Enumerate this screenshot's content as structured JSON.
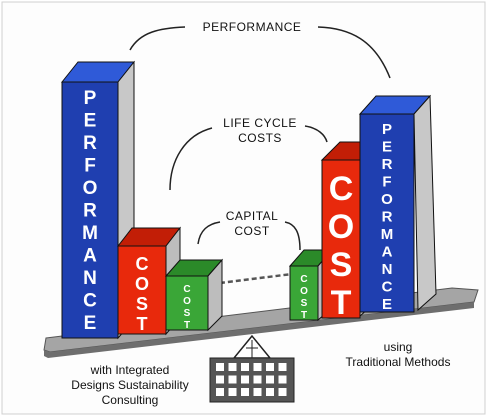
{
  "labels": {
    "performance_arc": "PERFORMANCE",
    "life_cycle_line1": "LIFE CYCLE",
    "life_cycle_line2": "COSTS",
    "capital_line1": "CAPITAL",
    "capital_line2": "COST"
  },
  "left_side": {
    "performance_letters": [
      "P",
      "E",
      "R",
      "F",
      "O",
      "R",
      "M",
      "A",
      "N",
      "C",
      "E"
    ],
    "cost_letters": [
      "C",
      "O",
      "S",
      "T"
    ],
    "small_cost_letters": [
      "C",
      "O",
      "S",
      "T"
    ],
    "caption_line1": "with Integrated",
    "caption_line2": "Designs Sustainability",
    "caption_line3": "Consulting"
  },
  "right_side": {
    "performance_letters": [
      "P",
      "E",
      "R",
      "F",
      "O",
      "R",
      "M",
      "A",
      "N",
      "C",
      "E"
    ],
    "cost_letters": [
      "C",
      "O",
      "S",
      "T"
    ],
    "small_cost_letters": [
      "C",
      "O",
      "S",
      "T"
    ],
    "caption_line1": "using",
    "caption_line2": "Traditional Methods"
  },
  "colors": {
    "blue": "#1f3fb0",
    "blue_top": "#2f5ad8",
    "red": "#e8290c",
    "red_top": "#c21e06",
    "green": "#3aa637",
    "green_top": "#2b8a29",
    "beam": "#9a9a9a",
    "beam_dark": "#6e6e6e"
  }
}
